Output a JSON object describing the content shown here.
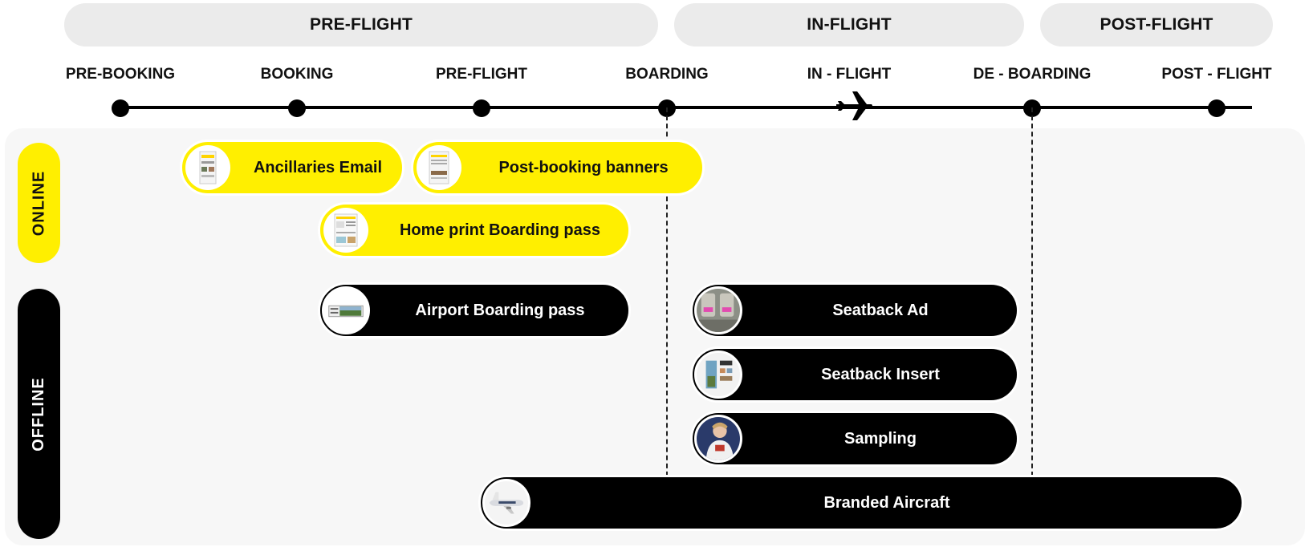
{
  "phases": [
    "PRE-FLIGHT",
    "IN-FLIGHT",
    "POST-FLIGHT"
  ],
  "stages": [
    "PRE-BOOKING",
    "BOOKING",
    "PRE-FLIGHT",
    "BOARDING",
    "IN - FLIGHT",
    "DE - BOARDING",
    "POST - FLIGHT"
  ],
  "channels": {
    "online": "ONLINE",
    "offline": "OFFLINE"
  },
  "online_items": [
    "Ancillaries Email",
    "Post-booking banners",
    "Home print Boarding pass"
  ],
  "offline_items": [
    "Airport Boarding pass",
    "Seatback Ad",
    "Seatback Insert",
    "Sampling",
    "Branded Aircraft"
  ],
  "colors": {
    "accent_yellow": "#ffef00",
    "dark": "#000000",
    "phase_bg": "#ebebeb",
    "panel_bg": "#f7f7f7"
  },
  "icons": [
    "airplane-icon"
  ]
}
